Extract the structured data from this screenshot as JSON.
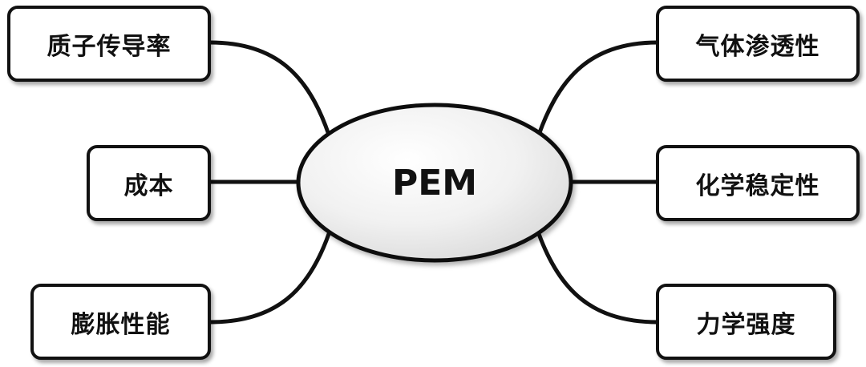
{
  "center": {
    "label": "PEM"
  },
  "branches": {
    "proton_conductivity": "质子传导率",
    "cost": "成本",
    "swelling": "膨胀性能",
    "gas_permeability": "气体渗透性",
    "chemical_stability": "化学稳定性",
    "mechanical_strength": "力学强度"
  },
  "colors": {
    "line": "#111111",
    "center_fill_light": "#ffffff",
    "center_fill_dark": "#d8d8d8",
    "node_fill": "#ffffff"
  }
}
